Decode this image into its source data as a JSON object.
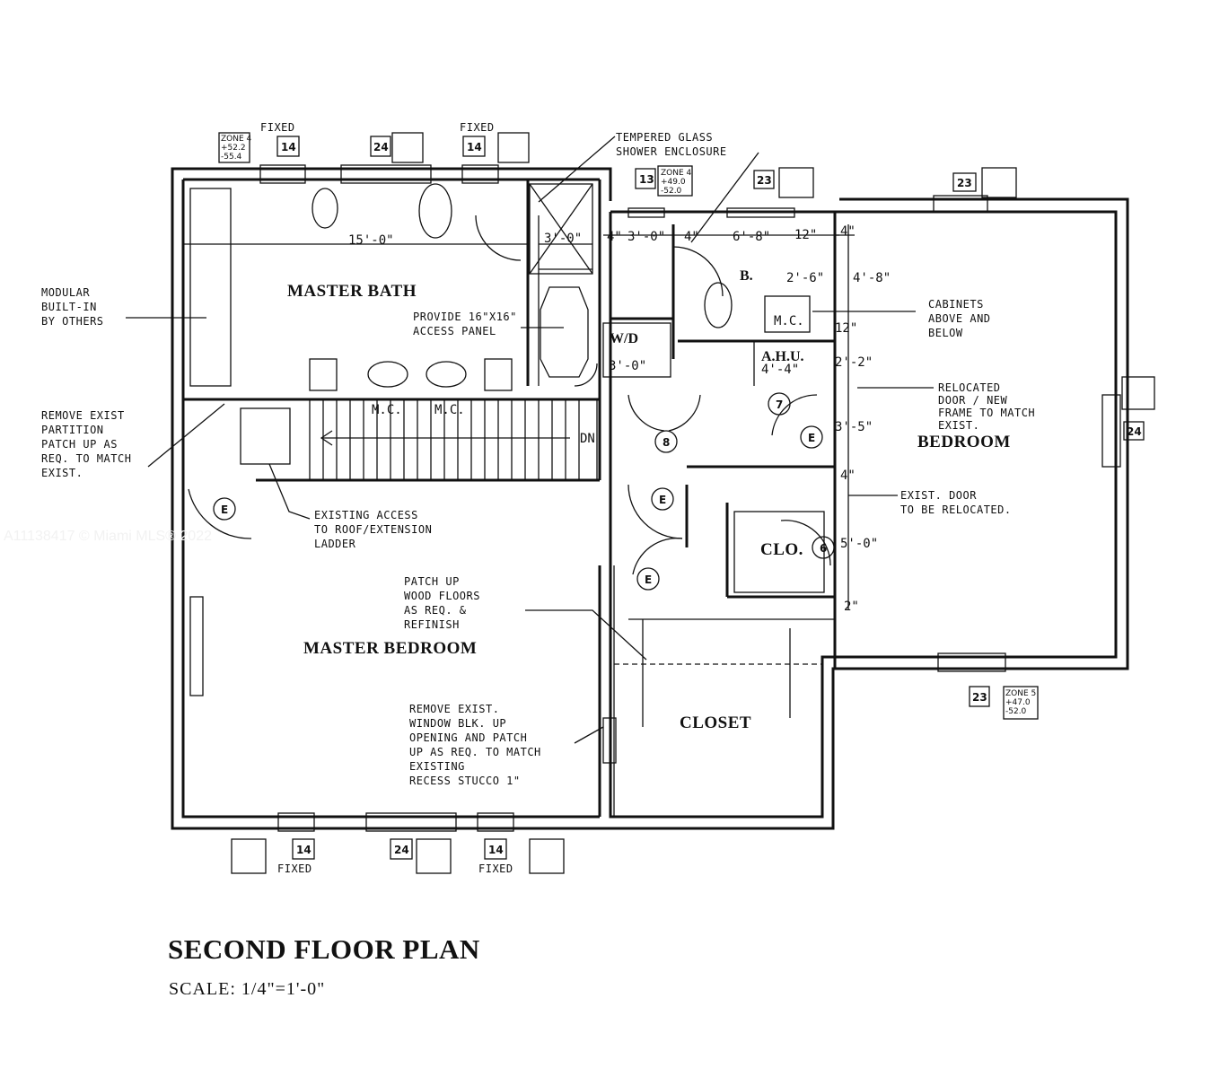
{
  "title": "SECOND FLOOR PLAN",
  "scale": "SCALE: 1/4\"=1'-0\"",
  "watermark": "A11138417 © Miami MLS® 2022",
  "rooms": {
    "master_bath": "MASTER BATH",
    "master_bedroom": "MASTER BEDROOM",
    "bedroom": "BEDROOM",
    "closet": "CLOSET",
    "clo": "CLO.",
    "bath_b": "B.",
    "wd": "W/D",
    "ahu": "A.H.U."
  },
  "notes": {
    "modular": [
      "MODULAR",
      "BUILT-IN",
      "BY OTHERS"
    ],
    "remove_partition": [
      "REMOVE EXIST",
      "PARTITION",
      "PATCH UP AS",
      "REQ. TO MATCH",
      "EXIST."
    ],
    "tempered_glass": [
      "TEMPERED GLASS",
      "SHOWER ENCLOSURE"
    ],
    "access_panel": [
      "PROVIDE 16\"X16\"",
      "ACCESS PANEL"
    ],
    "cabinets": [
      "CABINETS",
      "ABOVE AND",
      "BELOW"
    ],
    "relocated_door": [
      "RELOCATED",
      "DOOR / NEW",
      "FRAME TO MATCH",
      "EXIST."
    ],
    "exist_door": [
      "EXIST. DOOR",
      "TO BE RELOCATED."
    ],
    "existing_access": [
      "EXISTING ACCESS",
      "TO ROOF/EXTENSION",
      "LADDER"
    ],
    "patch_floors": [
      "PATCH UP",
      "WOOD FLOORS",
      "AS REQ. &",
      "REFINISH"
    ],
    "remove_window": [
      "REMOVE EXIST.",
      "WINDOW BLK. UP",
      "OPENING AND PATCH",
      "UP AS REQ. TO MATCH",
      "EXISTING",
      "RECESS STUCCO 1\""
    ]
  },
  "dimensions": {
    "bath_width": "15'-0\"",
    "shower": "3'-0\"",
    "d_4a": "4\"",
    "d_3_0": "3'-0\"",
    "d_4b": "4\"",
    "d_6_8": "6'-8\"",
    "d_12": "12\"",
    "d_4c": "4\"",
    "d_2_6": "2'-6\"",
    "d_4_8": "4'-8\"",
    "d_12b": "12\"",
    "d_2_2": "2'-2\"",
    "d_3_5": "3'-5\"",
    "d_4d": "4\"",
    "d_5_0": "5'-0\"",
    "d_2": "2\"",
    "d_wd": "3'-0\"",
    "d_ahu": "4'-4\"",
    "dn": "DN",
    "mc1": "M.C.",
    "mc2": "M.C.",
    "mc3": "M.C."
  },
  "door_tags": [
    "E",
    "E",
    "E",
    "E",
    "7",
    "8",
    "6"
  ],
  "window_tags": {
    "fixed_top_1": "FIXED",
    "fixed_top_2": "FIXED",
    "fixed_bottom_1": "FIXED",
    "fixed_bottom_2": "FIXED",
    "w14_top_1": "14",
    "w14_top_2": "14",
    "w24_top": "24",
    "w13": "13",
    "w23_a": "23",
    "w23_b": "23",
    "w24_right": "24",
    "w23_c": "23",
    "w14_bot_1": "14",
    "w24_bot": "24",
    "w14_bot_2": "14"
  },
  "zone_labels": [
    "ZONE 4",
    "+52.2",
    "-55.4",
    "ZONE 4",
    "+49.0",
    "-52.0",
    "ZONE 5",
    "+47.0",
    "-52.0"
  ]
}
